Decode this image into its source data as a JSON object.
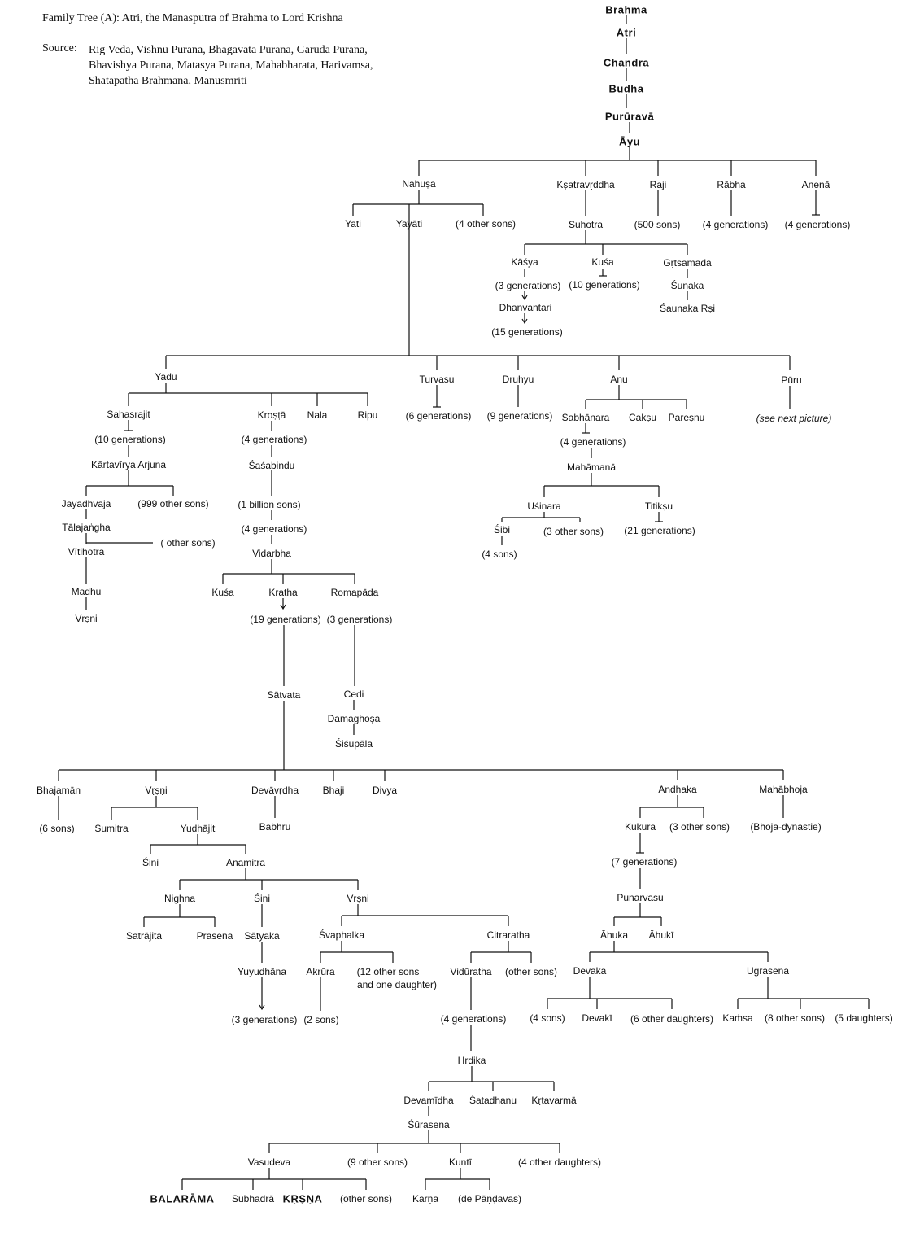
{
  "title": "Family Tree (A): Atri, the Manasputra of Brahma to Lord Krishna",
  "source_label": "Source:",
  "source_lines": [
    "Rig Veda, Vishnu Purana, Bhagavata Purana, Garuda Purana,",
    "Bhavishya Purana, Matasya Purana, Mahabharata, Harivamsa,",
    "Shatapatha Brahmana, Manusmriti"
  ],
  "nodes": [
    {
      "id": "brahma",
      "label": "Brahma"
    },
    {
      "id": "atri",
      "label": "Atri"
    },
    {
      "id": "chandra",
      "label": "Chandra"
    },
    {
      "id": "budha",
      "label": "Budha"
    },
    {
      "id": "pururava",
      "label": "Purūravā"
    },
    {
      "id": "ayu",
      "label": "Āyu"
    },
    {
      "id": "nahusa",
      "label": "Nahuṣa"
    },
    {
      "id": "ksatravrddha",
      "label": "Kṣatravṛddha"
    },
    {
      "id": "raji",
      "label": "Raji"
    },
    {
      "id": "rabha",
      "label": "Rābha"
    },
    {
      "id": "anena",
      "label": "Anenā"
    },
    {
      "id": "yati",
      "label": "Yati"
    },
    {
      "id": "yayati",
      "label": "Yayāti"
    },
    {
      "id": "nah_other",
      "label": "(4 other sons)"
    },
    {
      "id": "suhotra",
      "label": "Suhotra"
    },
    {
      "id": "raji_500",
      "label": "(500 sons)"
    },
    {
      "id": "rabha_4g",
      "label": "(4 generations)"
    },
    {
      "id": "anena_4g",
      "label": "(4 generations)"
    },
    {
      "id": "kasya",
      "label": "Kāśya"
    },
    {
      "id": "kusa1",
      "label": "Kuśa"
    },
    {
      "id": "grtsamada",
      "label": "Gṛtsamada"
    },
    {
      "id": "kasya_3g",
      "label": "(3 generations)"
    },
    {
      "id": "kusa1_10g",
      "label": "(10 generations)"
    },
    {
      "id": "sunaka",
      "label": "Śunaka"
    },
    {
      "id": "dhanvantari",
      "label": "Dhanvantari"
    },
    {
      "id": "saunaka",
      "label": "Śaunaka Ṛṣi"
    },
    {
      "id": "dhan_15g",
      "label": "(15 generations)"
    },
    {
      "id": "yadu",
      "label": "Yadu"
    },
    {
      "id": "turvasu",
      "label": "Turvasu"
    },
    {
      "id": "druhyu",
      "label": "Druhyu"
    },
    {
      "id": "anu",
      "label": "Anu"
    },
    {
      "id": "puru",
      "label": "Pūru"
    },
    {
      "id": "turvasu_6g",
      "label": "(6 generations)"
    },
    {
      "id": "druhyu_9g",
      "label": "(9 generations)"
    },
    {
      "id": "puru_next",
      "label": "(see next picture)"
    },
    {
      "id": "sahasrajit",
      "label": "Sahasrajit"
    },
    {
      "id": "krosta",
      "label": "Kroṣṭā"
    },
    {
      "id": "nala",
      "label": "Nala"
    },
    {
      "id": "ripu",
      "label": "Ripu"
    },
    {
      "id": "sahas_10g",
      "label": "(10 generations)"
    },
    {
      "id": "kartavirya",
      "label": "Kārtavīrya Arjuna"
    },
    {
      "id": "jayadhvaja",
      "label": "Jayadhvaja"
    },
    {
      "id": "kart_999",
      "label": "(999 other sons)"
    },
    {
      "id": "talajangha",
      "label": "Tālajaṅgha"
    },
    {
      "id": "tala_other",
      "label": "( other sons)"
    },
    {
      "id": "vitihotra",
      "label": "Vītihotra"
    },
    {
      "id": "madhu",
      "label": "Madhu"
    },
    {
      "id": "vrsni1",
      "label": "Vṛṣṇi"
    },
    {
      "id": "krosta_4g",
      "label": "(4 generations)"
    },
    {
      "id": "sasabindu",
      "label": "Śaśabindu"
    },
    {
      "id": "sasa_billion",
      "label": "(1 billion sons)"
    },
    {
      "id": "sasa_4g",
      "label": "(4 generations)"
    },
    {
      "id": "vidarbha",
      "label": "Vidarbha"
    },
    {
      "id": "kusa2",
      "label": "Kuśa"
    },
    {
      "id": "kratha",
      "label": "Kratha"
    },
    {
      "id": "romapada",
      "label": "Romapāda"
    },
    {
      "id": "kratha_19g",
      "label": "(19 generations)"
    },
    {
      "id": "roma_3g",
      "label": "(3 generations)"
    },
    {
      "id": "satvata",
      "label": "Sātvata"
    },
    {
      "id": "cedi",
      "label": "Cedi"
    },
    {
      "id": "damaghosa",
      "label": "Damaghoṣa"
    },
    {
      "id": "sisupala",
      "label": "Śiśupāla"
    },
    {
      "id": "sabhanara",
      "label": "Sabhānara"
    },
    {
      "id": "caksu",
      "label": "Cakṣu"
    },
    {
      "id": "paresnu",
      "label": "Pareṣnu"
    },
    {
      "id": "sabh_4g",
      "label": "(4 generations)"
    },
    {
      "id": "mahamana",
      "label": "Mahāmanā"
    },
    {
      "id": "usinara",
      "label": "Uśinara"
    },
    {
      "id": "titiksu",
      "label": "Titikṣu"
    },
    {
      "id": "sibi",
      "label": "Śibi"
    },
    {
      "id": "usi_3other",
      "label": "(3 other sons)"
    },
    {
      "id": "titi_21g",
      "label": "(21 generations)"
    },
    {
      "id": "sibi_4sons",
      "label": "(4 sons)"
    },
    {
      "id": "bhajaman",
      "label": "Bhajamān"
    },
    {
      "id": "vrsni2",
      "label": "Vṛṣṇi"
    },
    {
      "id": "devavrdha",
      "label": "Devāvṛdha"
    },
    {
      "id": "bhaji",
      "label": "Bhaji"
    },
    {
      "id": "divya",
      "label": "Divya"
    },
    {
      "id": "andhaka",
      "label": "Andhaka"
    },
    {
      "id": "mahabhoja",
      "label": "Mahābhoja"
    },
    {
      "id": "bhaj_6sons",
      "label": "(6 sons)"
    },
    {
      "id": "sumitra",
      "label": "Sumitra"
    },
    {
      "id": "yudhajit",
      "label": "Yudhājit"
    },
    {
      "id": "babhru",
      "label": "Babhru"
    },
    {
      "id": "kukura",
      "label": "Kukura"
    },
    {
      "id": "andh_3other",
      "label": "(3 other sons)"
    },
    {
      "id": "bhoja_dyn",
      "label": "(Bhoja-dynastie)"
    },
    {
      "id": "sini1",
      "label": "Śini"
    },
    {
      "id": "anamitra",
      "label": "Anamitra"
    },
    {
      "id": "kuk_7g",
      "label": "(7 generations)"
    },
    {
      "id": "nighna",
      "label": "Nighna"
    },
    {
      "id": "sini2",
      "label": "Śini"
    },
    {
      "id": "vrsni3",
      "label": "Vṛṣṇi"
    },
    {
      "id": "punarvasu",
      "label": "Punarvasu"
    },
    {
      "id": "satrajita",
      "label": "Satrājita"
    },
    {
      "id": "prasena",
      "label": "Prasena"
    },
    {
      "id": "satyaka",
      "label": "Sātyaka"
    },
    {
      "id": "svaphalka",
      "label": "Śvaphalka"
    },
    {
      "id": "citraratha",
      "label": "Citraratha"
    },
    {
      "id": "ahuka",
      "label": "Āhuka"
    },
    {
      "id": "ahuki",
      "label": "Āhukī"
    },
    {
      "id": "yuyudhana",
      "label": "Yuyudhāna"
    },
    {
      "id": "akrura",
      "label": "Akrūra"
    },
    {
      "id": "svaph_12a",
      "label": "(12 other sons"
    },
    {
      "id": "svaph_12b",
      "label": "and one daughter)"
    },
    {
      "id": "viduratha",
      "label": "Vidūratha"
    },
    {
      "id": "citra_other",
      "label": "(other sons)"
    },
    {
      "id": "devaka",
      "label": "Devaka"
    },
    {
      "id": "ugrasena",
      "label": "Ugrasena"
    },
    {
      "id": "yuyu_3g",
      "label": "(3 generations)"
    },
    {
      "id": "akrura_2sons",
      "label": "(2 sons)"
    },
    {
      "id": "vidu_4g",
      "label": "(4 generations)"
    },
    {
      "id": "devaka_4sons",
      "label": "(4 sons)"
    },
    {
      "id": "devaki",
      "label": "Devakī"
    },
    {
      "id": "devaka_6d",
      "label": "(6 other daughters)"
    },
    {
      "id": "kamsa",
      "label": "Kaṁsa"
    },
    {
      "id": "ugra_8other",
      "label": "(8 other sons)"
    },
    {
      "id": "ugra_5d",
      "label": "(5 daughters)"
    },
    {
      "id": "hrdika",
      "label": "Hṛdika"
    },
    {
      "id": "devamidha",
      "label": "Devamīdha"
    },
    {
      "id": "satadhanu",
      "label": "Śatadhanu"
    },
    {
      "id": "krtavarma",
      "label": "Kṛtavarmā"
    },
    {
      "id": "surasena",
      "label": "Śūrasena"
    },
    {
      "id": "vasudeva",
      "label": "Vasudeva"
    },
    {
      "id": "sura_9other",
      "label": "(9 other sons)"
    },
    {
      "id": "kunti",
      "label": "Kuntī"
    },
    {
      "id": "sura_4d",
      "label": "(4 other daughters)"
    },
    {
      "id": "balarama",
      "label": "BALARĀMA"
    },
    {
      "id": "subhadra",
      "label": "Subhadrā"
    },
    {
      "id": "krsna",
      "label": "KṚṢṆA"
    },
    {
      "id": "vasu_other",
      "label": "(other sons)"
    },
    {
      "id": "karna",
      "label": "Karṇa"
    },
    {
      "id": "pandavas",
      "label": "(de Pāṇḍavas)"
    }
  ]
}
